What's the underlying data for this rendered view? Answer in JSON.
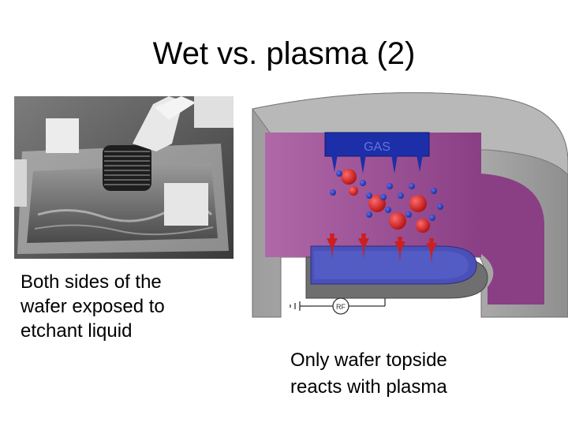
{
  "slide": {
    "title": "Wet vs. plasma (2)"
  },
  "left": {
    "caption_lines": [
      "Both sides of the",
      "wafer exposed to",
      "etchant liquid"
    ]
  },
  "right": {
    "caption_lines": [
      "Only wafer topside",
      "reacts with plasma"
    ]
  },
  "diagram": {
    "gas_label": "GAS",
    "rf_label": "RF",
    "colors": {
      "chamber_wall": "#a9a9a9",
      "chamber_inner": "#9a4f93",
      "gas_bar": "#1c2fa8",
      "ion": "#cc1f1f",
      "radical": "#2337b5",
      "wafer": "#4a50b8",
      "chuck": "#7a7a7a"
    }
  }
}
